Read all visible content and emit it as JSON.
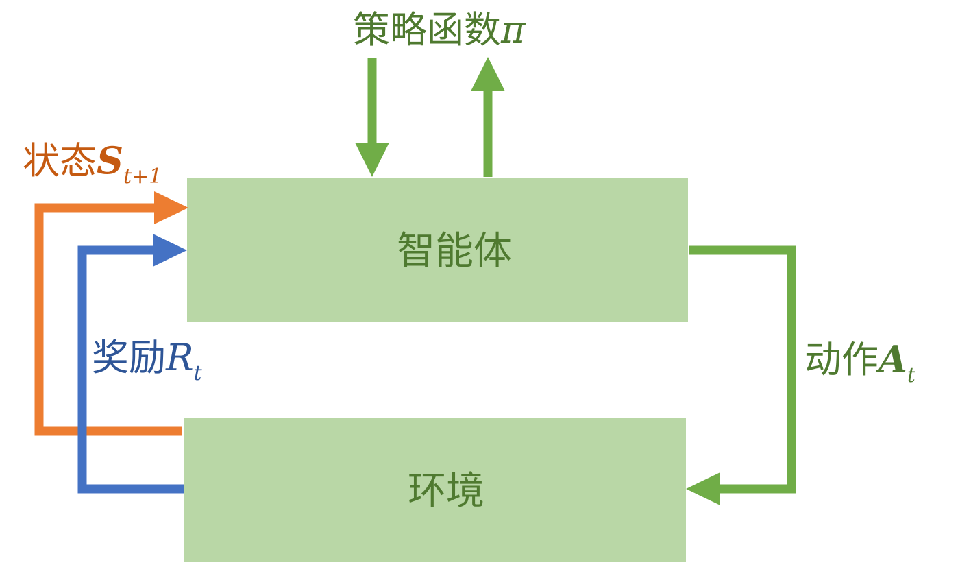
{
  "colors": {
    "box_fill": "#b9d7a6",
    "green": "#70ad47",
    "green_text": "#4f7a30",
    "orange": "#ed7d31",
    "orange_text": "#c55a11",
    "blue": "#4472c4",
    "blue_text": "#2e5597"
  },
  "agent": {
    "label": "智能体"
  },
  "environment": {
    "label": "环境"
  },
  "policy": {
    "label": "策略函数",
    "symbol": "π"
  },
  "state": {
    "label": "状态",
    "symbol": "S",
    "subscript": "t+1"
  },
  "reward": {
    "label": "奖励",
    "symbol": "R",
    "subscript": "t"
  },
  "action": {
    "label": "动作",
    "symbol": "A",
    "subscript": "t"
  }
}
